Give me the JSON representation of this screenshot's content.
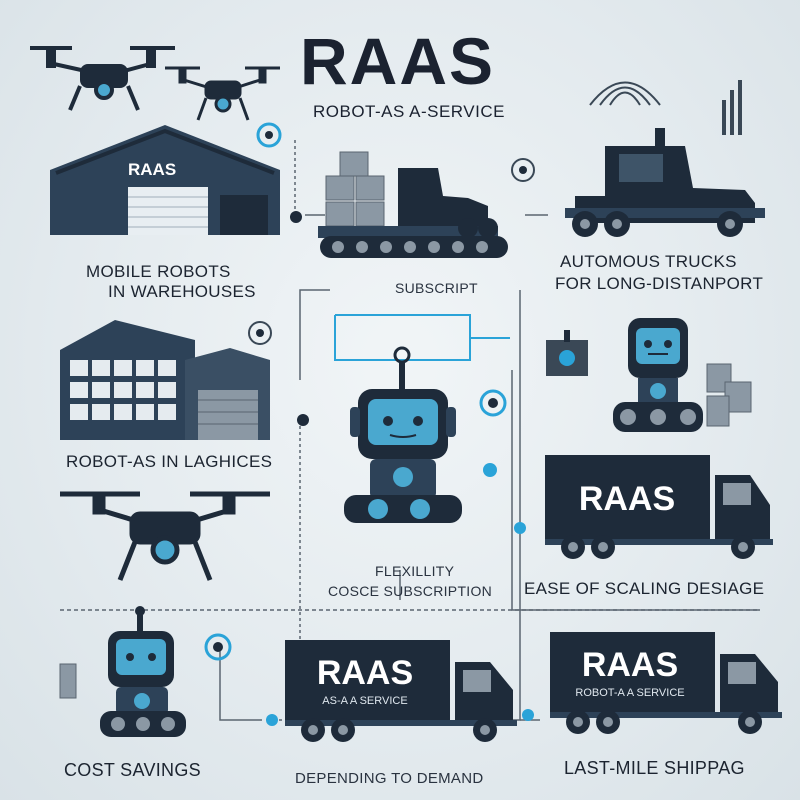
{
  "header": {
    "title": "RAAS",
    "subtitle": "ROBOT-AS A-SERVICE"
  },
  "labels": {
    "mobile_robots_line1": "MOBILE ROBOTS",
    "mobile_robots_line2": "IN WAREHOUSES",
    "autonomous_trucks_line1": "AUTOMOUS TRUCKS",
    "autonomous_trucks_line2": "FOR LONG-DISTANPORT",
    "subscript": "SUBSCRIPT",
    "robot_as_in_logistics": "ROBOT-AS IN LAGHICES",
    "flexibility_line1": "FLEXILLITY",
    "flexibility_line2": "COSCE SUBSCRIPTION",
    "ease_of_scaling": "EASE OF SCALING DESIAGE",
    "cost_savings": "COST SAVINGS",
    "depending_to_demand": "DEPENDING TO DEMAND",
    "last_mile_shipping": "LAST-MILE SHIPPAG"
  },
  "warehouse_sign": "RAAS",
  "trucks": {
    "right_truck_text": "RAAS",
    "bottom_left_truck_text": "RAAS",
    "bottom_left_truck_sub": "AS-A A SERVICE",
    "bottom_right_truck_text": "RAAS",
    "bottom_right_truck_sub": "ROBOT-A A SERVICE"
  },
  "colors": {
    "dark": "#1e2b3a",
    "navy": "#2d4258",
    "accent_blue": "#2a9fd6",
    "screen_blue": "#4aa8cf",
    "line_blue": "#2aa3d8",
    "gray_line": "#5a6570"
  }
}
